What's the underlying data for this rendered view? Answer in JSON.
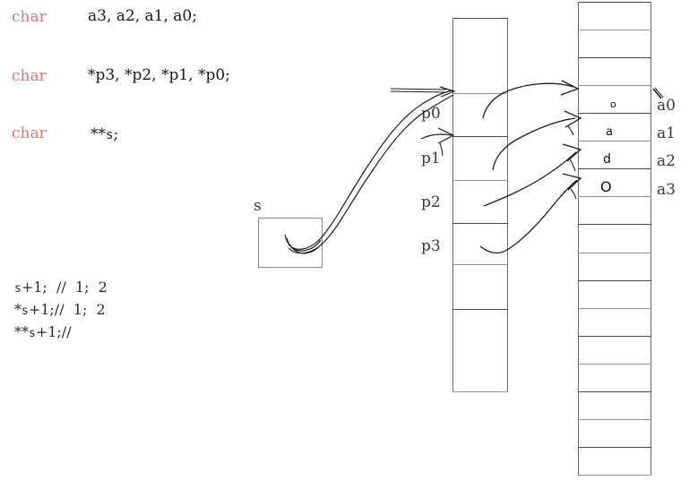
{
  "declarations": [
    {
      "keyword": "char",
      "text": "a3, a2, a1, a0;",
      "style": "plain"
    },
    {
      "keyword": "char",
      "text": "*p3, *p2, *p1, *p0;",
      "style": "plain"
    },
    {
      "keyword": "char",
      "prefix": "**",
      "ident": "s",
      "suffix": ";",
      "style": "mixed"
    }
  ],
  "code_lines": [
    {
      "prefix": "",
      "ident": "s",
      "rest": "+1;  //  1;  2"
    },
    {
      "prefix": "*",
      "ident": "s",
      "rest": "+1;//  1;  2"
    },
    {
      "prefix": "**",
      "ident": "s",
      "rest": "+1;//"
    }
  ],
  "pointer_box": {
    "label": "s",
    "name": "s-variable-box"
  },
  "pointer_column": {
    "name": "pointer-array-column",
    "labels": [
      "p0",
      "p1",
      "p2",
      "p3"
    ],
    "row_count": 9
  },
  "char_column": {
    "name": "char-array-column",
    "labels": [
      "a0",
      "a1",
      "a2",
      "a3"
    ],
    "row_count": 17,
    "cell_marks": [
      "o",
      "a",
      "d",
      "O"
    ]
  },
  "arrows": {
    "s_to_p0": "double-curve",
    "p_to_a": [
      "p0-to-a0",
      "p1-to-a1",
      "p2-to-a2",
      "p3-to-a3"
    ]
  },
  "colors": {
    "keyword": "#e2756f",
    "text": "#1a1a1a",
    "line": "#4a4a4a",
    "line_soft": "#8e8e8e",
    "ink": "#1c1c1c",
    "background": "#ffffff"
  }
}
